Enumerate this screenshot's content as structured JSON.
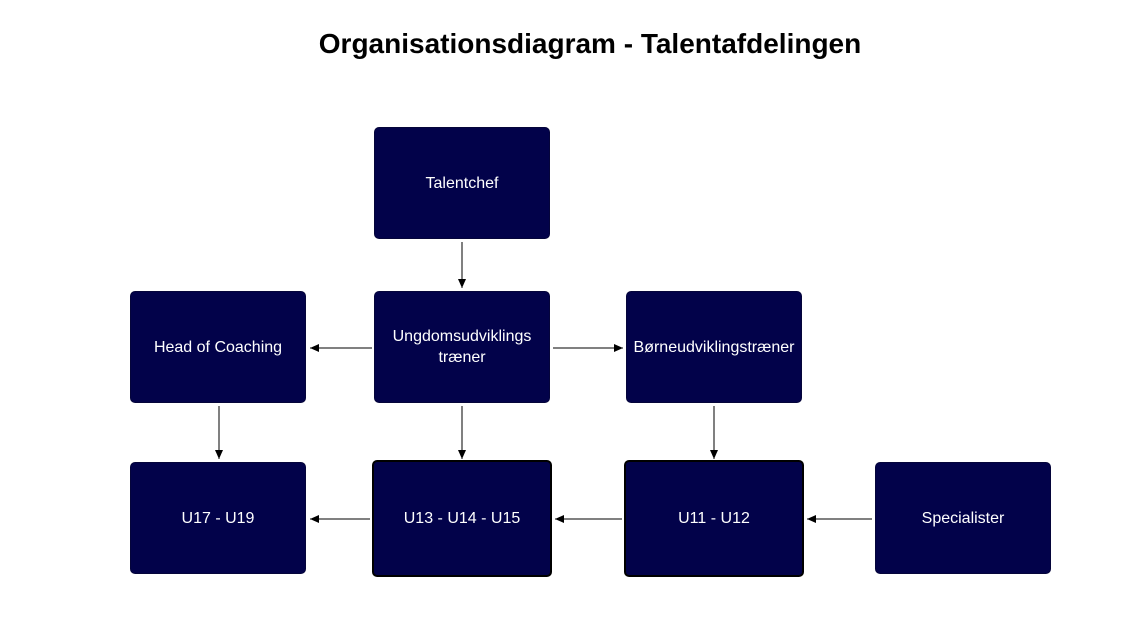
{
  "diagram": {
    "title": "Organisationsdiagram - Talentafdelingen",
    "nodes": {
      "talentchef": "Talentchef",
      "head_of_coaching": "Head of Coaching",
      "ungdomsudviklings": "Ungdomsudviklings træner",
      "borneudviklings": "Børneudviklingstræner",
      "u17_u19": "U17 - U19",
      "u13_u15": "U13 - U14 - U15",
      "u11_u12": "U11 - U12",
      "specialister": "Specialister"
    },
    "colors": {
      "node_fill": "#02024a",
      "node_text": "#ffffff",
      "edge": "#000000"
    }
  }
}
